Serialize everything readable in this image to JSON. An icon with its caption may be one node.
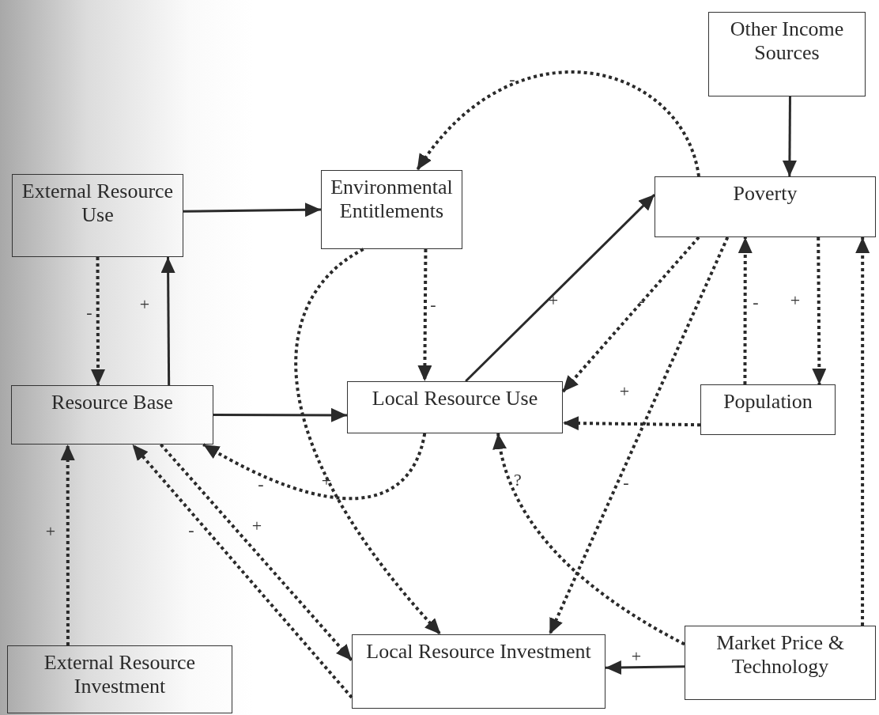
{
  "diagram": {
    "nodes": [
      {
        "text": [
          "External Resource Use"
        ]
      },
      {
        "text": [
          "Environmental Entitlements"
        ]
      },
      {
        "text": [
          "Other Income Sources"
        ]
      },
      {
        "text": [
          "Poverty"
        ]
      },
      {
        "text": [
          "Resource Base"
        ]
      },
      {
        "text": [
          "Local Resource Use"
        ]
      },
      {
        "text": [
          "Population"
        ]
      },
      {
        "text": [
          "External Resource Investment"
        ]
      },
      {
        "text": [
          "Local Resource Investment"
        ]
      },
      {
        "text": [
          "Market Price & Technology"
        ]
      }
    ],
    "edges": [
      {
        "from": 0,
        "to": 1,
        "arrow": "to"
      },
      {
        "from": 0,
        "to": 4,
        "arrow": "to",
        "style": "dashed",
        "label": "-"
      },
      {
        "from": 4,
        "to": 0,
        "arrow": "to",
        "label": "+"
      },
      {
        "from": 3,
        "to": 1,
        "arrow": "to",
        "style": "dashed",
        "label": "-"
      },
      {
        "from": 2,
        "to": 3,
        "arrow": "to"
      },
      {
        "from": 1,
        "to": 5,
        "arrow": "to",
        "style": "dashed",
        "label": "-"
      },
      {
        "from": 5,
        "to": 3,
        "arrow": "to",
        "label": "+"
      },
      {
        "from": 3,
        "to": 5,
        "arrow": "to",
        "style": "dashed",
        "label": "-"
      },
      {
        "from": 6,
        "to": 3,
        "arrow": "to",
        "style": "dashed",
        "label": "-"
      },
      {
        "from": 3,
        "to": 6,
        "arrow": "to",
        "style": "dashed",
        "label": "+"
      },
      {
        "from": 9,
        "to": 3,
        "arrow": "to",
        "style": "dashed"
      },
      {
        "from": 4,
        "to": 5,
        "arrow": "to"
      },
      {
        "from": 6,
        "to": 5,
        "arrow": "to",
        "style": "dashed",
        "label": "+"
      },
      {
        "from": 1,
        "to": 8,
        "arrow": "to",
        "style": "dashed",
        "label": "+"
      },
      {
        "from": 5,
        "to": 4,
        "arrow": "to",
        "style": "dashed",
        "label": "-"
      },
      {
        "from": 8,
        "to": 4,
        "arrow": "to",
        "style": "dashed",
        "label": "-"
      },
      {
        "from": 4,
        "to": 8,
        "arrow": "to",
        "style": "dashed",
        "label": "+"
      },
      {
        "from": 3,
        "to": 8,
        "arrow": "to",
        "style": "dashed",
        "label": "-"
      },
      {
        "from": 9,
        "to": 5,
        "arrow": "to",
        "style": "dashed",
        "label": "?"
      },
      {
        "from": 9,
        "to": 8,
        "arrow": "to",
        "label": "+"
      },
      {
        "from": 7,
        "to": 4,
        "arrow": "to",
        "style": "dashed",
        "label": "+"
      }
    ]
  }
}
